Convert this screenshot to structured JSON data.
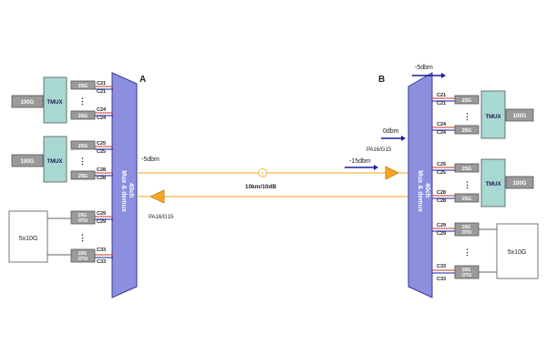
{
  "site_a": {
    "label": "A",
    "mux": "40ch\nMux & demux",
    "tx_power": "-5dbm",
    "amp": "PA16/G15",
    "tmux_groups": [
      {
        "box": "100G",
        "tmux": "TMUX",
        "modules": [
          "25G",
          "25G"
        ],
        "channels": [
          "C21",
          "C21",
          "C24",
          "C24"
        ]
      },
      {
        "box": "100G",
        "tmux": "TMUX",
        "modules": [
          "25G",
          "25G"
        ],
        "channels": [
          "C25",
          "C25",
          "C28",
          "C28"
        ]
      }
    ],
    "client": "5x10G",
    "otu_modules": [
      "10G\nOTU",
      "10G\nOTU"
    ],
    "otu_channels": [
      "C29",
      "C29",
      "C33",
      "C33"
    ]
  },
  "site_b": {
    "label": "B",
    "mux": "40ch\nMux & demux",
    "rx_power": "-5dbm",
    "amp_power": "0dbm",
    "amp": "PA16/G15",
    "line_power": "-15dbm",
    "tmux_groups": [
      {
        "box": "100G",
        "tmux": "TMUX",
        "modules": [
          "25G",
          "25G"
        ],
        "channels": [
          "C21",
          "C21",
          "C24",
          "C24"
        ]
      },
      {
        "box": "100G",
        "tmux": "TMUX",
        "modules": [
          "25G",
          "25G"
        ],
        "channels": [
          "C25",
          "C25",
          "C28",
          "C28"
        ]
      }
    ],
    "client": "5x10G",
    "otu_modules": [
      "10G\nOTU",
      "10G\nOTU"
    ],
    "otu_channels": [
      "C29",
      "C29",
      "C33",
      "C33"
    ]
  },
  "link": {
    "label": "10km/10dB",
    "marker": "1"
  },
  "colors": {
    "mux_fill": "#8c8fe0",
    "mux_stroke": "#3a3a90",
    "tmux_fill": "#a8d8d2",
    "box_fill": "#9a9a9a",
    "fiber": "#f5a623",
    "signal_blue": "#1a1aa0",
    "signal_red": "#c0392b"
  }
}
